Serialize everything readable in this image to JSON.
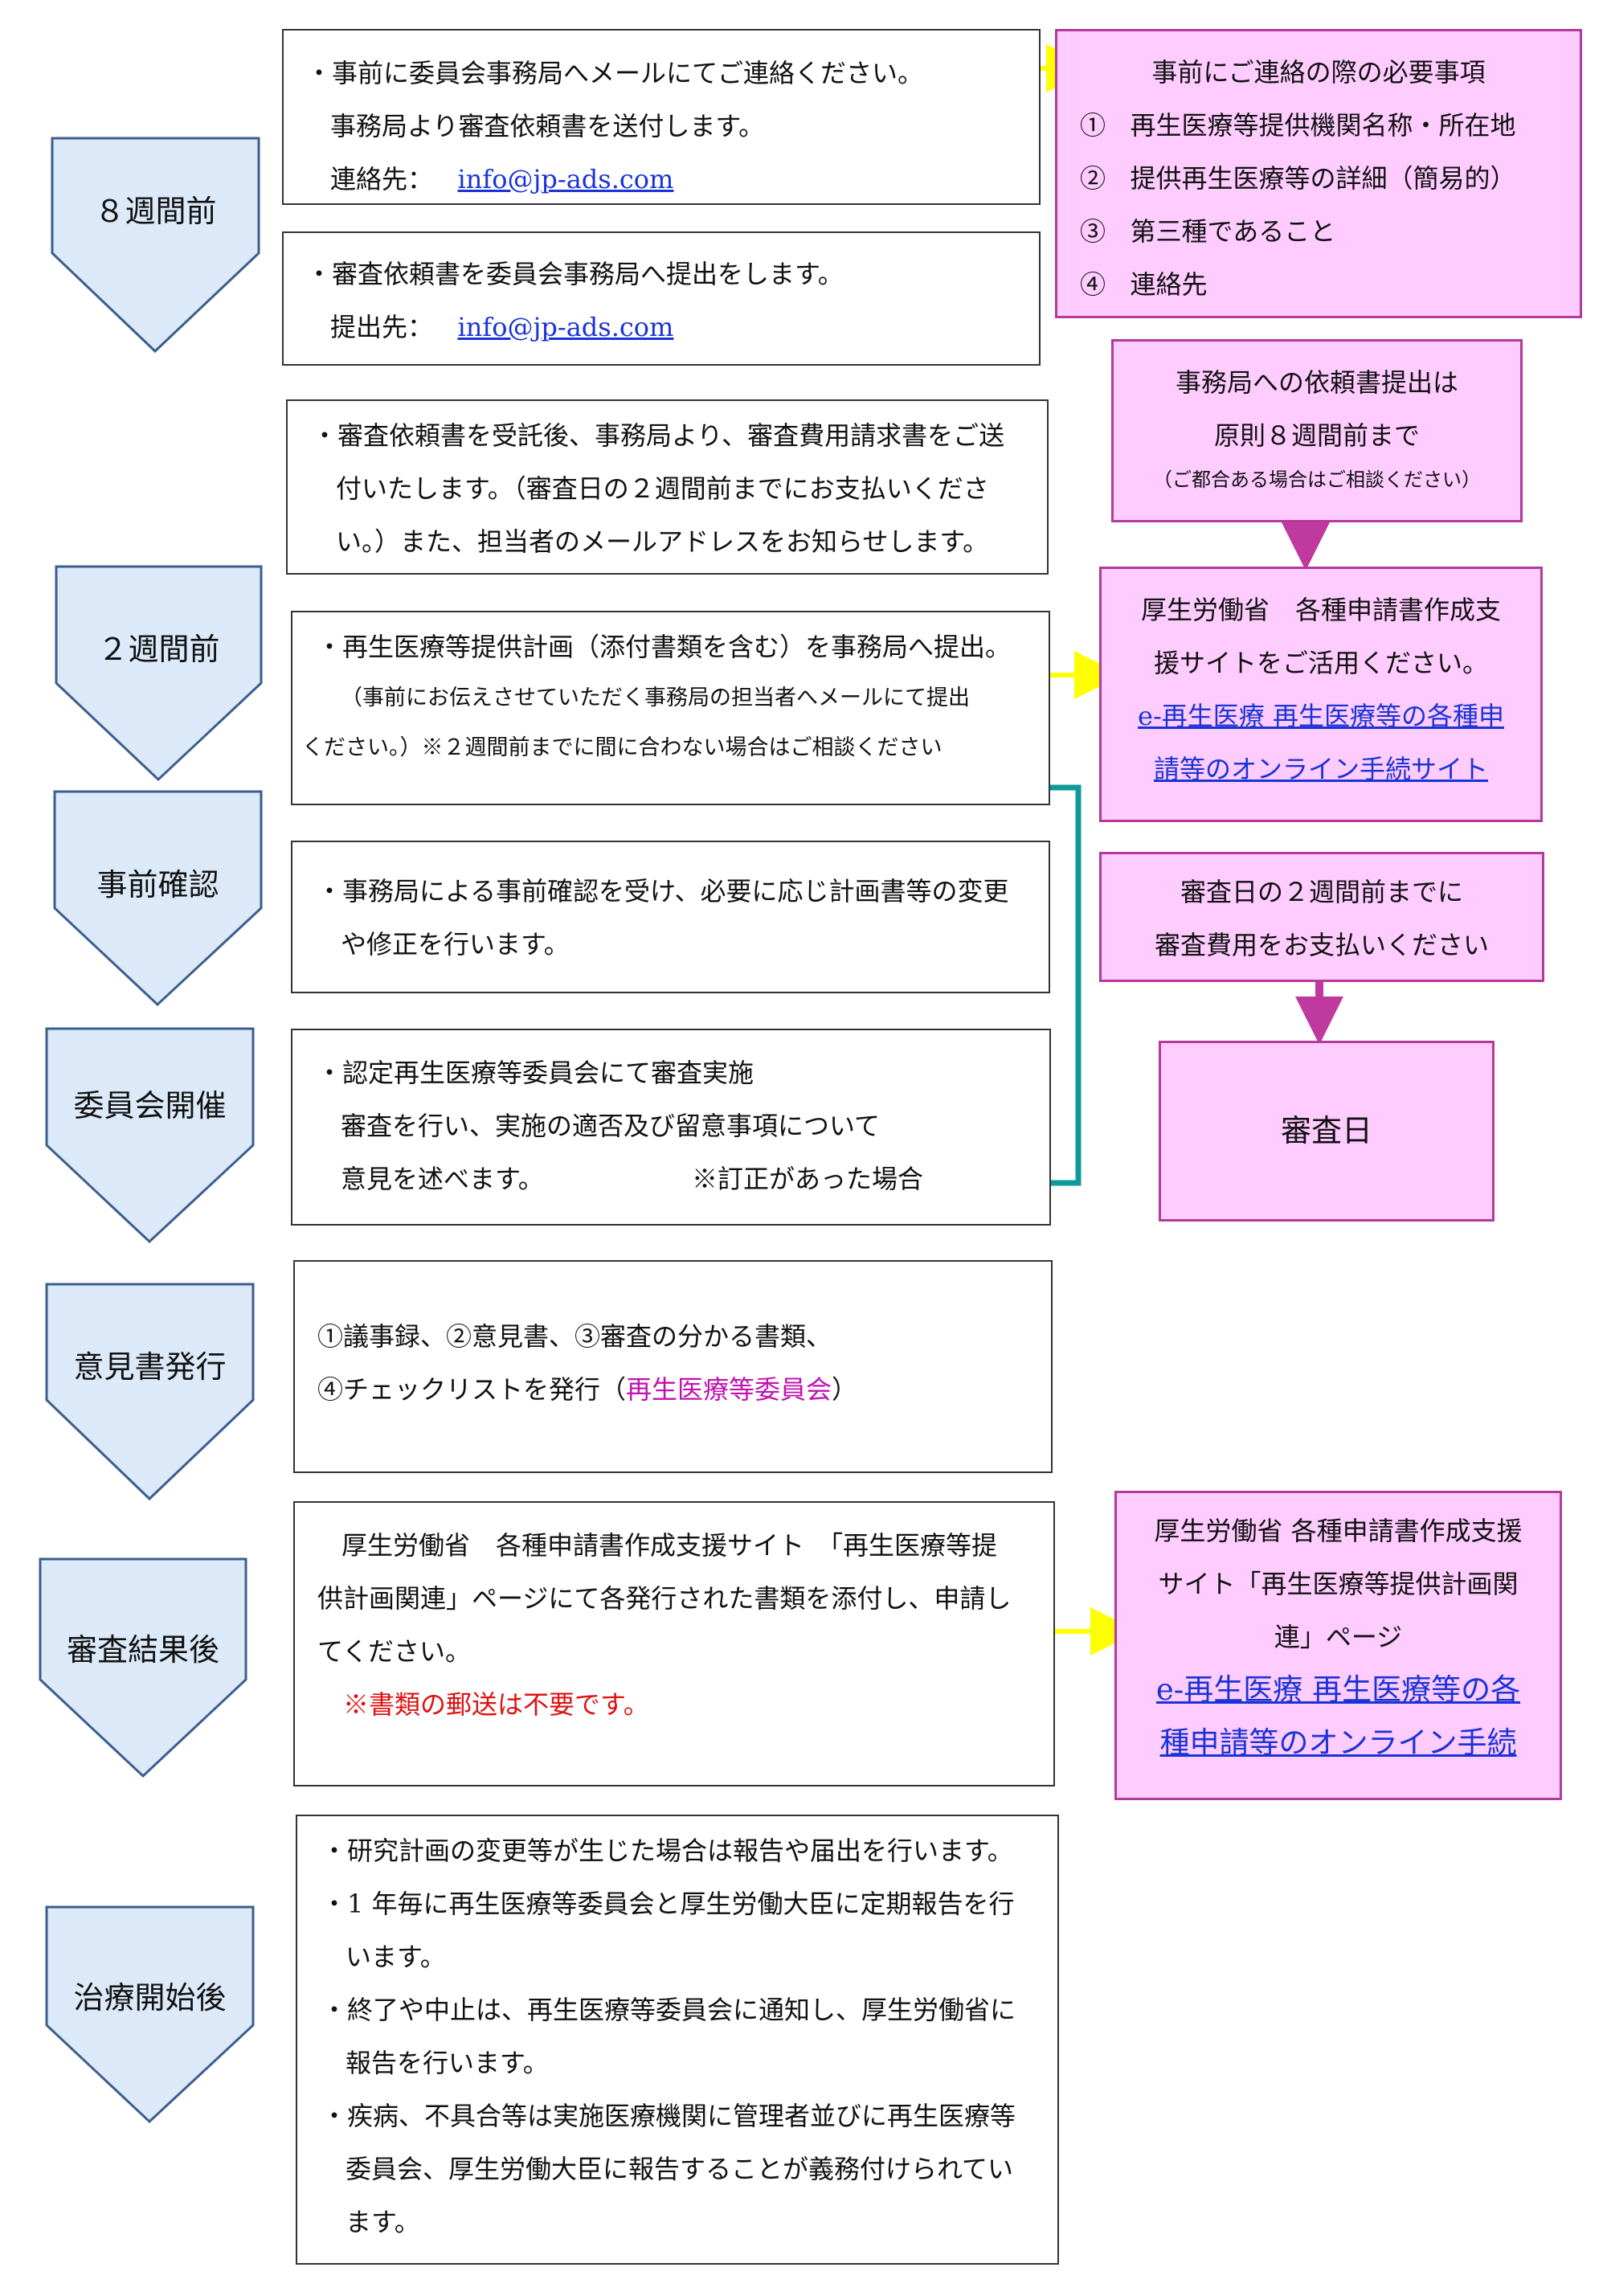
{
  "stages": [
    {
      "label": "８週間前"
    },
    {
      "label": "２週間前"
    },
    {
      "label": "事前確認"
    },
    {
      "label": "委員会開催"
    },
    {
      "label": "意見書発行"
    },
    {
      "label": "審査結果後"
    },
    {
      "label": "治療開始後"
    }
  ],
  "box1": {
    "line1": "・事前に委員会事務局へメールにてご連絡ください。",
    "line2": "事務局より審査依頼書を送付します。",
    "contact_label": "連絡先：",
    "contact_email": "info@jp-ads.com"
  },
  "box2": {
    "line1": "・審査依頼書を委員会事務局へ提出をします。",
    "submit_label": "提出先：",
    "submit_email": "info@jp-ads.com"
  },
  "box3": {
    "line1": "・審査依頼書を受託後、事務局より、審査費用請求書をご送",
    "line2": "付いたします。（審査日の２週間前までにお支払いくださ",
    "line3": "い。）また、担当者のメールアドレスをお知らせします。"
  },
  "box4": {
    "line1": "・再生医療等提供計画（添付書類を含む）を事務局へ提出。",
    "line2": "（事前にお伝えさせていただく事務局の担当者へメールにて提出",
    "line3": "ください。）※２週間前までに間に合わない場合はご相談ください"
  },
  "box5": {
    "line1": "・事務局による事前確認を受け、必要に応じ計画書等の変更",
    "line2": "や修正を行います。"
  },
  "box6": {
    "line1": "・認定再生医療等委員会にて審査実施",
    "line2": "審査を行い、実施の適否及び留意事項について",
    "line3": "意見を述べます。",
    "note": "※訂正があった場合"
  },
  "box7": {
    "line1": "①議事録、②意見書、③審査の分かる書類、",
    "line2_a": "④チェックリストを発行（",
    "line2_b": "再生医療等委員会",
    "line2_c": "）"
  },
  "box8": {
    "line1": "厚生労働省　各種申請書作成支援サイト　「再生医療等提",
    "line2": "供計画関連」ページにて各発行された書類を添付し、申請し",
    "line3": "てください。",
    "note": "※書類の郵送は不要です。"
  },
  "box9": {
    "line1": "・研究計画の変更等が生じた場合は報告や届出を行います。",
    "line2": "・1 年毎に再生医療等委員会と厚生労働大臣に定期報告を行",
    "line3": "います。",
    "line4": "・終了や中止は、再生医療等委員会に通知し、厚生労働省に",
    "line5": "報告を行います。",
    "line6": "・疾病、不具合等は実施医療機関に管理者並びに再生医療等",
    "line7": "委員会、厚生労働大臣に報告することが義務付けられてい",
    "line8": "ます。"
  },
  "pink1": {
    "title": "事前にご連絡の際の必要事項",
    "items": [
      {
        "num": "①",
        "text": "再生医療等提供機関名称・所在地"
      },
      {
        "num": "②",
        "text": "提供再生医療等の詳細（簡易的）"
      },
      {
        "num": "③",
        "text": "第三種であること"
      },
      {
        "num": "④",
        "text": "連絡先"
      }
    ]
  },
  "pink2": {
    "line1": "事務局への依頼書提出は",
    "line2": "原則８週間前まで",
    "line3": "（ご都合ある場合はご相談ください）"
  },
  "pink3": {
    "line1": "厚生労働省　各種申請書作成支",
    "line2": "援サイトをご活用ください。",
    "link1": "e-再生医療 再生医療等の各種申",
    "link2": "請等のオンライン手続サイト"
  },
  "pink4": {
    "line1": "審査日の２週間前までに",
    "line2": "審査費用をお支払いください"
  },
  "pink5": {
    "label": "審査日"
  },
  "pink6": {
    "line1": "厚生労働省 各種申請書作成支援",
    "line2": "サイト「再生医療等提供計画関",
    "line3": "連」ページ",
    "link1": "e-再生医療 再生医療等の各",
    "link2": "種申請等のオンライン手続"
  },
  "colors": {
    "stage_fill": "#dce9f8",
    "stage_stroke": "#3b5e8c",
    "pink_fill": "#ffccff",
    "pink_border": "#b23a9a",
    "yellow_arrow": "#ffff00",
    "magenta_arrow": "#c0399f",
    "teal_arrow": "#0f9a9a"
  }
}
